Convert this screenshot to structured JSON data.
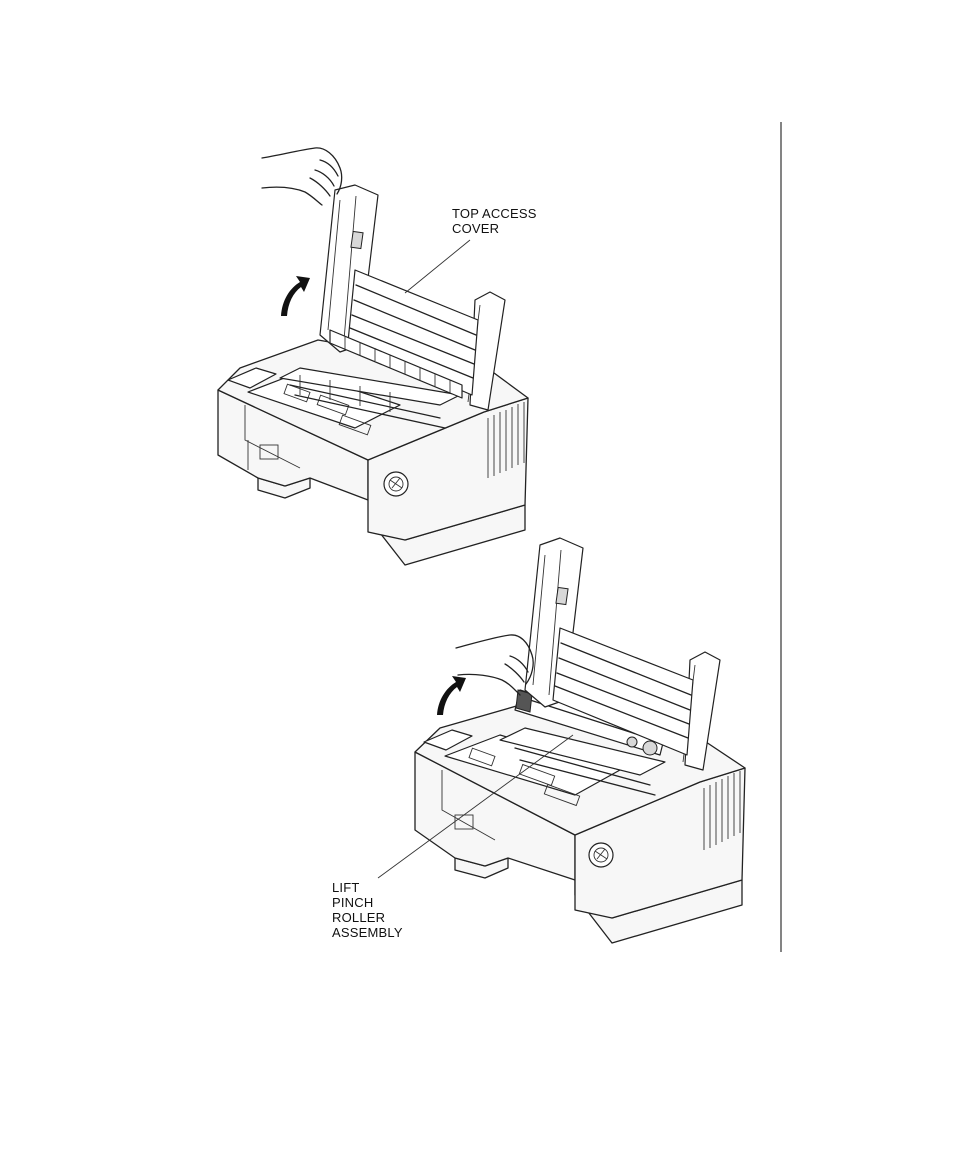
{
  "labels": {
    "top_access_cover": [
      "TOP ACCESS",
      "COVER"
    ],
    "lift_pinch_roller_assembly": [
      "LIFT",
      "PINCH",
      "ROLLER",
      "ASSEMBLY"
    ]
  },
  "icons": [
    "hand-icon",
    "curved-arrow-icon"
  ],
  "colors": {
    "line": "#222222",
    "background": "#ffffff"
  }
}
